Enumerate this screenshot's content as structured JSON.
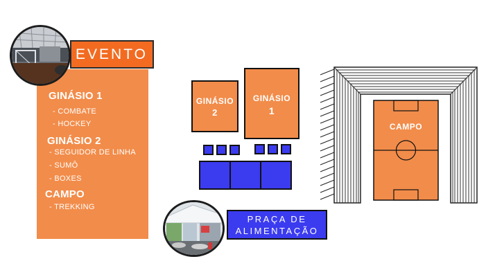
{
  "header": {
    "title": "EVENTO"
  },
  "groups": [
    {
      "name": "GINÁSIO 1",
      "items": [
        "- COMBATE",
        "- HOCKEY"
      ]
    },
    {
      "name": "GINÁSIO 2",
      "items": [
        "- SEGUIDOR DE LINHA",
        "- SUMÔ",
        "- BOXES"
      ]
    },
    {
      "name": "CAMPO",
      "items": [
        "- TREKKING"
      ]
    }
  ],
  "map": {
    "ginasio2": {
      "line1": "GINÁSIO",
      "line2": "2"
    },
    "ginasio1": {
      "line1": "GINÁSIO",
      "line2": "1"
    },
    "campo": "CAMPO",
    "praca": {
      "line1": "PRAÇA DE",
      "line2": "ALIMENTAÇÃO"
    }
  },
  "colors": {
    "orange": "#f28c4a",
    "banner_orange": "#f26b21",
    "blue": "#3b3bf0"
  }
}
